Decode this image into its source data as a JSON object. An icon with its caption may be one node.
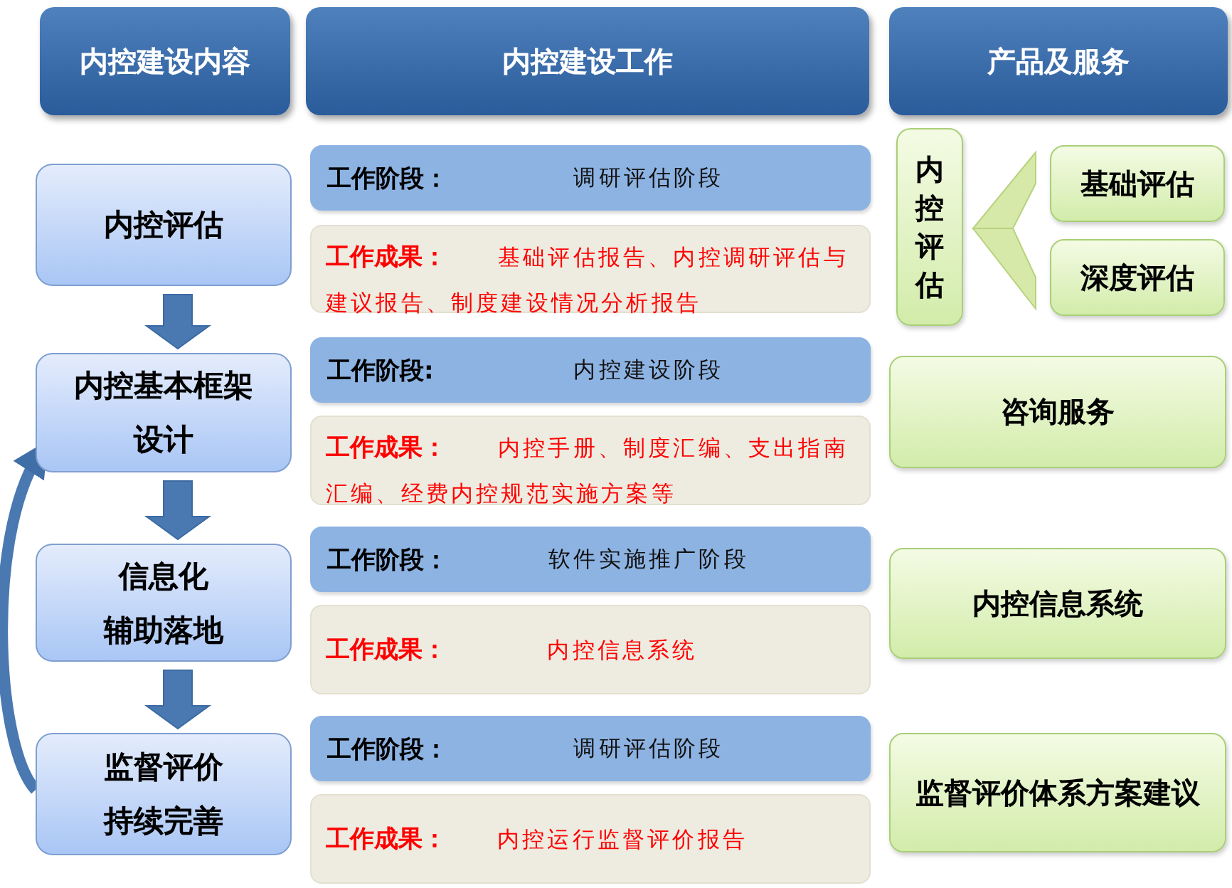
{
  "diagram": {
    "nodes": [
      {
        "text": [
          "内控建设内容"
        ]
      },
      {
        "text": [
          "内控建设工作"
        ]
      },
      {
        "text": [
          "产品及服务"
        ]
      },
      {
        "text": [
          "内控评估"
        ]
      },
      {
        "text": [
          "内控基本框架设计"
        ]
      },
      {
        "text": [
          "信息化",
          "辅助落地"
        ]
      },
      {
        "text": [
          "监督评价",
          "持续完善"
        ]
      },
      {
        "text": [
          "工作阶段：",
          "调研评估阶段"
        ]
      },
      {
        "text": [
          "工作成果：",
          "基础评估报告、内控调研评估与建议报告、制度建设情况分析报告"
        ]
      },
      {
        "text": [
          "工作阶段:",
          "内控建设阶段"
        ]
      },
      {
        "text": [
          "工作成果：",
          "内控手册、制度汇编、支出指南汇编、经费内控规范实施方案等"
        ]
      },
      {
        "text": [
          "工作阶段：",
          "软件实施推广阶段"
        ]
      },
      {
        "text": [
          "工作成果：",
          "内控信息系统"
        ]
      },
      {
        "text": [
          "工作阶段：",
          "调研评估阶段"
        ]
      },
      {
        "text": [
          "工作成果：",
          "内控运行监督评价报告"
        ]
      },
      {
        "text": [
          "内控评估"
        ]
      },
      {
        "text": [
          "基础评估"
        ]
      },
      {
        "text": [
          "深度评估"
        ]
      },
      {
        "text": [
          "咨询服务"
        ]
      },
      {
        "text": [
          "内控信息系统"
        ]
      },
      {
        "text": [
          "监督评价体系方案建议"
        ]
      }
    ],
    "edges": [
      {
        "from": 3,
        "to": 4,
        "arrow": "to"
      },
      {
        "from": 4,
        "to": 5,
        "arrow": "to"
      },
      {
        "from": 5,
        "to": 6,
        "arrow": "to"
      },
      {
        "from": 6,
        "to": 4,
        "arrow": "to"
      },
      {
        "from": 16,
        "to": 15,
        "arrow": "to",
        "color": "#d7e9a8"
      },
      {
        "from": 17,
        "to": 15,
        "arrow": "to",
        "color": "#d7e9a8"
      }
    ]
  }
}
